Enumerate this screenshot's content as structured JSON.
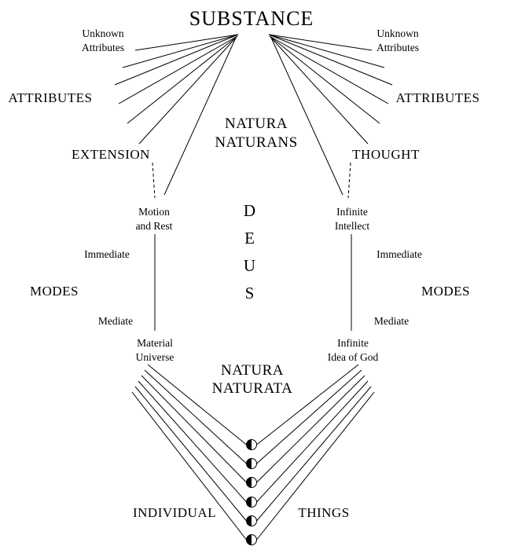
{
  "diagram": {
    "substance": "SUBSTANCE",
    "natura_naturans": {
      "line1": "NATURA",
      "line2": "NATURANS"
    },
    "natura_naturata": {
      "line1": "NATURA",
      "line2": "NATURATA"
    },
    "deus_letters": [
      "D",
      "E",
      "U",
      "S"
    ],
    "left": {
      "unknown_attributes_line1": "Unknown",
      "unknown_attributes_line2": "Attributes",
      "attributes": "ATTRIBUTES",
      "attribute_name": "EXTENSION",
      "immediate_mode_line1": "Motion",
      "immediate_mode_line2": "and Rest",
      "immediate_label": "Immediate",
      "modes_label": "MODES",
      "mediate_label": "Mediate",
      "mediate_mode_line1": "Material",
      "mediate_mode_line2": "Universe"
    },
    "right": {
      "unknown_attributes_line1": "Unknown",
      "unknown_attributes_line2": "Attributes",
      "attributes": "ATTRIBUTES",
      "attribute_name": "THOUGHT",
      "immediate_mode_line1": "Infinite",
      "immediate_mode_line2": "Intellect",
      "immediate_label": "Immediate",
      "modes_label": "MODES",
      "mediate_label": "Mediate",
      "mediate_mode_line1": "Infinite",
      "mediate_mode_line2": "Idea of God"
    },
    "individual_things": {
      "left_word": "INDIVIDUAL",
      "right_word": "THINGS"
    },
    "colors": {
      "ink": "#000000",
      "paper": "#ffffff"
    }
  }
}
